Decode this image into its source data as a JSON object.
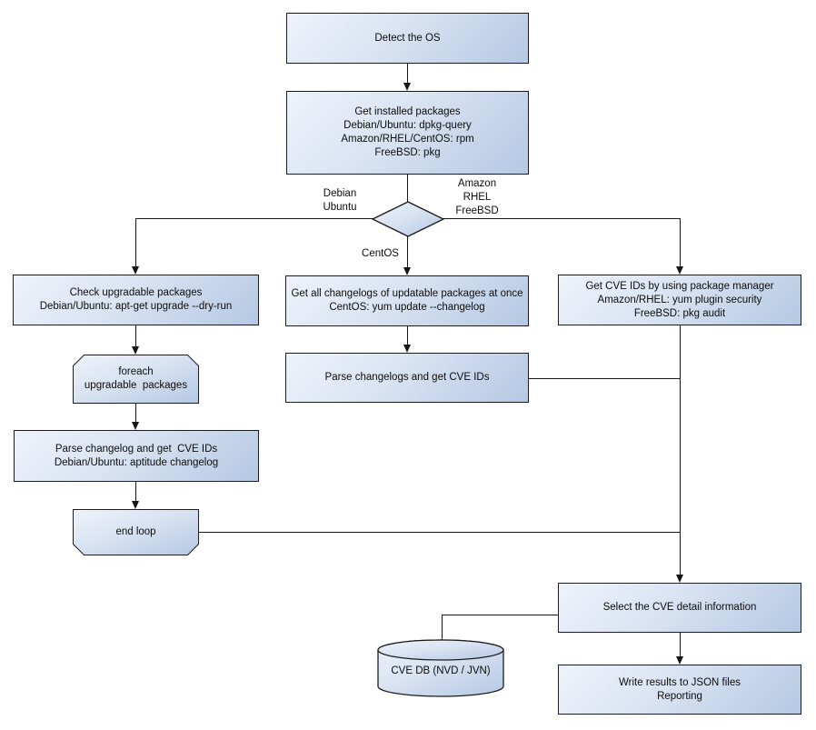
{
  "nodes": {
    "detect_os": "Detect the OS",
    "get_installed_packages": "Get installed packages\nDebian/Ubuntu: dpkg-query\nAmazon/RHEL/CentOS: rpm\nFreeBSD: pkg",
    "check_upgradable": "Check upgradable packages\nDebian/Ubuntu: apt-get upgrade --dry-run",
    "foreach_loop": "foreach\nupgradable  packages",
    "parse_changelog_left": "Parse changelog and get  CVE IDs\nDebian/Ubuntu: aptitude changelog",
    "end_loop": "end loop",
    "get_all_changelogs": "Get all changelogs of updatable packages at once\nCentOS: yum update --changelog",
    "parse_changelogs_mid": "Parse changelogs and get CVE IDs",
    "get_cve_ids_pkg_mgr": "Get CVE IDs by using package manager\nAmazon/RHEL: yum plugin security\nFreeBSD: pkg audit",
    "select_cve_detail": "Select the CVE detail information",
    "write_results": "Write results to JSON files\nReporting",
    "cve_db": "CVE DB (NVD / JVN)"
  },
  "branch_labels": {
    "left": "Debian\nUbuntu",
    "right": "Amazon\nRHEL\nFreeBSD",
    "bottom": "CentOS"
  },
  "colors": {
    "node_fill_light": "#EEF3FB",
    "node_fill_mid": "#D9E3F2",
    "node_fill_dark": "#B5C8E3",
    "node_border": "#1C1C1C",
    "connector": "#161616",
    "background": "#FFFFFF",
    "text": "#0C0C0C"
  }
}
